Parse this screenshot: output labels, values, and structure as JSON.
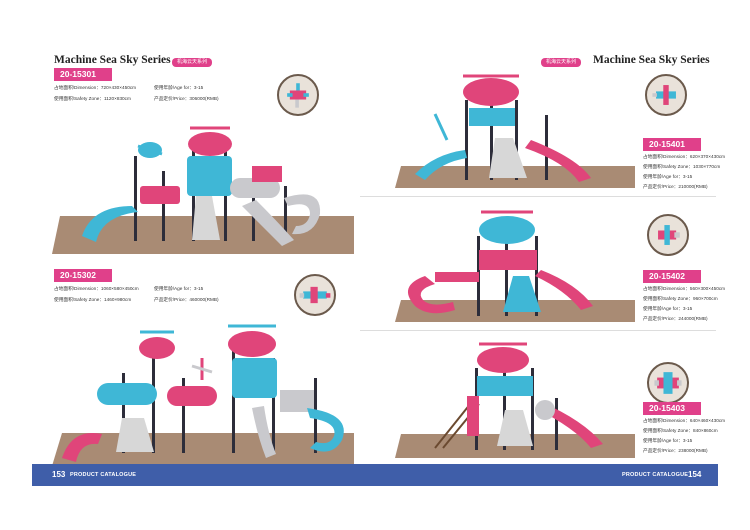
{
  "left_page": {
    "series_title": "Machine Sea Sky Series",
    "series_tag": "机海云天系列",
    "page_number": "153",
    "footer_label": "PRODUCT CATALOGUE",
    "products": [
      {
        "code": "20-15301",
        "dimension": "占地面积/Dimension：720×430×450cm",
        "safety_zone": "使用面积/Safety Zone：1120×830cm",
        "age": "使用年龄/Age for：3-15",
        "price": "产品定价/Price：306000(RMB)"
      },
      {
        "code": "20-15302",
        "dimension": "占地面积/Dimension：1060×580×450cm",
        "safety_zone": "使用面积/Safety Zone：1460×980cm",
        "age": "使用年龄/Age for：3-15",
        "price": "产品定价/Price：460000(RMB)"
      }
    ]
  },
  "right_page": {
    "series_title": "Machine Sea Sky Series",
    "series_tag": "机海云天系列",
    "page_number": "154",
    "footer_label": "PRODUCT CATALOGUE",
    "products": [
      {
        "code": "20-15401",
        "dimension": "占地面积/Dimension：620×370×430cm",
        "safety_zone": "使用面积/Safety Zone：1030×770cm",
        "age": "使用年龄/Age for：3-15",
        "price": "产品定价/Price：210000(RMB)"
      },
      {
        "code": "20-15402",
        "dimension": "占地面积/Dimension：560×300×450cm",
        "safety_zone": "使用面积/Safety Zone：960×700cm",
        "age": "使用年龄/Age for：3-15",
        "price": "产品定价/Price：244000(RMB)"
      },
      {
        "code": "20-15403",
        "dimension": "占地面积/Dimension：640×460×430cm",
        "safety_zone": "使用面积/Safety Zone：840×860cm",
        "age": "使用年龄/Age for：3-15",
        "price": "产品定价/Price：238000(RMB)"
      }
    ]
  },
  "colors": {
    "accent_pink": "#e0408a",
    "footer_blue": "#3f5ea9",
    "ground_tan": "#a98b74",
    "slide_blue": "#3fb7d6",
    "slide_pink": "#e0457a",
    "slide_grey": "#c9c9cd"
  },
  "icons": [
    "playground-product-image",
    "top-view-thumbnail"
  ]
}
